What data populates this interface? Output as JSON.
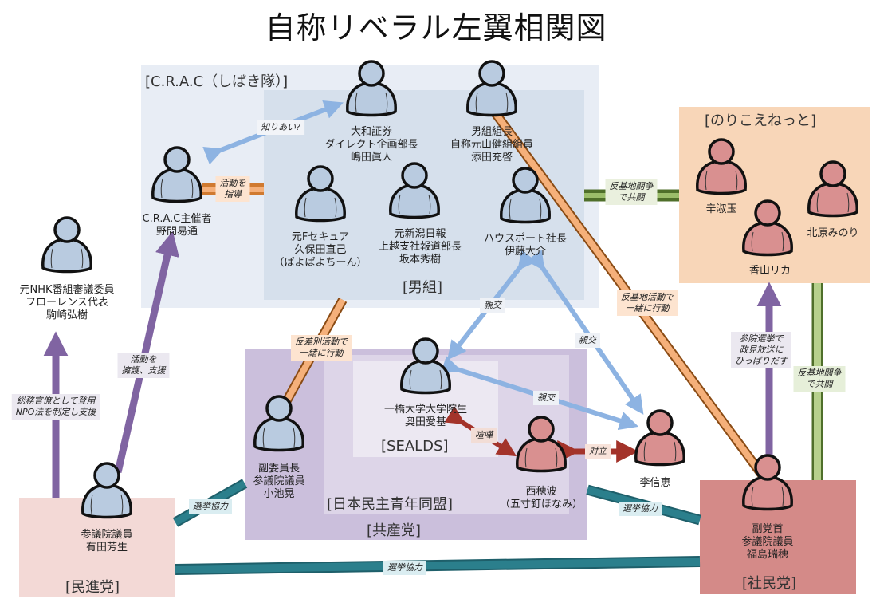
{
  "title": "自称リベラル左翼相関図",
  "colors": {
    "person_blue": "#b9cbe0",
    "person_red": "#d99090",
    "crac_box": "#e8edf5",
    "otokogumi_box": "#d6e0ec",
    "norikoe_box": "#f8d6b8",
    "jcp_box": "#cbbfdc",
    "dylj_box": "#ddd5e8",
    "sealds_box": "#ece8f2",
    "dp_box": "#f3d9d6",
    "sdp_box": "#d48a88",
    "edge_blue": "#8db3e2",
    "edge_orange": "#f5b07a",
    "edge_green": "#9bbd6a",
    "edge_purple": "#8064a2",
    "edge_teal": "#2b7f8c",
    "edge_red": "#a3332a"
  },
  "groups": {
    "crac": "[C.R.A.C（しばき隊）]",
    "otokogumi": "[男組]",
    "norikoe": "[のりこえねっと]",
    "sealds": "[SEALDS]",
    "dylj": "[日本民主青年同盟]",
    "jcp": "[共産党]",
    "dp": "[民進党]",
    "sdp": "[社民党]"
  },
  "people": {
    "noma": "C.R.A.C主催者\n野間易通",
    "shimada": "大和証券\nダイレクト企画部長\n嶋田眞人",
    "soeda": "男組組長\n自称元山健組組員\n添田充啓",
    "kubota": "元Fセキュア\n久保田直己\n（ぱよぱよちーん）",
    "sakamoto": "元新潟日報\n上越支社報道部長\n坂本秀樹",
    "ito": "ハウスポート社長\n伊藤大介",
    "shin": "辛淑玉",
    "kitahara": "北原みのり",
    "kayama": "香山リカ",
    "komazaki": "元NHK番組審議委員\nフローレンス代表\n駒崎弘樹",
    "okuda": "一橋大学大学院生\n奥田愛基",
    "koike": "副委員長\n参議院議員\n小池晃",
    "nishi": "西穂波\n（五寸釘ほなみ）",
    "ri": "李信恵",
    "arita": "参議院議員\n有田芳生",
    "fukushima": "副党首\n参議院議員\n福島瑞穂"
  },
  "edges": {
    "shiriai": "知りあい?",
    "shido": "活動を\n指導",
    "kichi_kyoto_top": "反基地闘争\nで共闘",
    "kichi_kodo": "反基地活動で\n一緒に行動",
    "sabetsu_kodo": "反差別活動で\n一緒に行動",
    "shinko_1": "親交",
    "shinko_2": "親交",
    "shinko_3": "親交",
    "kenka": "喧嘩",
    "tairitsu": "対立",
    "yogo": "活動を\n擁護、支援",
    "somu": "総務官僚として登用\nNPO法を制定し支援",
    "seiken": "参院選挙で\n政見放送に\nひっぱりだす",
    "kichi_kyoto_right": "反基地闘争\nで共闘",
    "senkyo_1": "選挙協力",
    "senkyo_2": "選挙協力",
    "senkyo_3": "選挙協力"
  }
}
